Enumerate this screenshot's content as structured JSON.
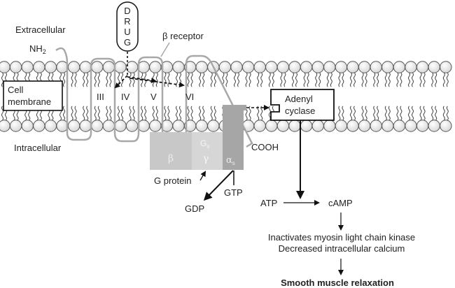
{
  "labels": {
    "extracellular": "Extracellular",
    "intracellular": "Intracellular",
    "nh2": "NH",
    "nh2_sub": "2",
    "cooh": "COOH",
    "receptor": "β receptor",
    "drug_letters": [
      "D",
      "R",
      "U",
      "G"
    ],
    "cell_membrane_line1": "Cell",
    "cell_membrane_line2": "membrane",
    "helices": [
      "III",
      "IV",
      "V",
      "VI"
    ],
    "adenyl_line1": "Adenyl",
    "adenyl_line2": "cyclase",
    "gprotein": {
      "beta": "β",
      "gs": "G",
      "gs_sub": "s",
      "gamma": "γ",
      "alpha": "α",
      "alpha_sub": "s",
      "caption": "G protein"
    },
    "gdp": "GDP",
    "gtp": "GTP",
    "atp": "ATP",
    "camp": "cAMP",
    "effect_line1": "Inactivates myosin light chain kinase",
    "effect_line2": "Decreased intracellular calcium",
    "result": "Smooth muscle relaxation"
  },
  "colors": {
    "beta_subunit": "#c8c8c8",
    "gamma_subunit": "#d6d6d6",
    "alpha_subunit": "#a6a6a6",
    "receptor_outline": "#a8a8a8",
    "lipid_head": "#f2f2f2"
  }
}
